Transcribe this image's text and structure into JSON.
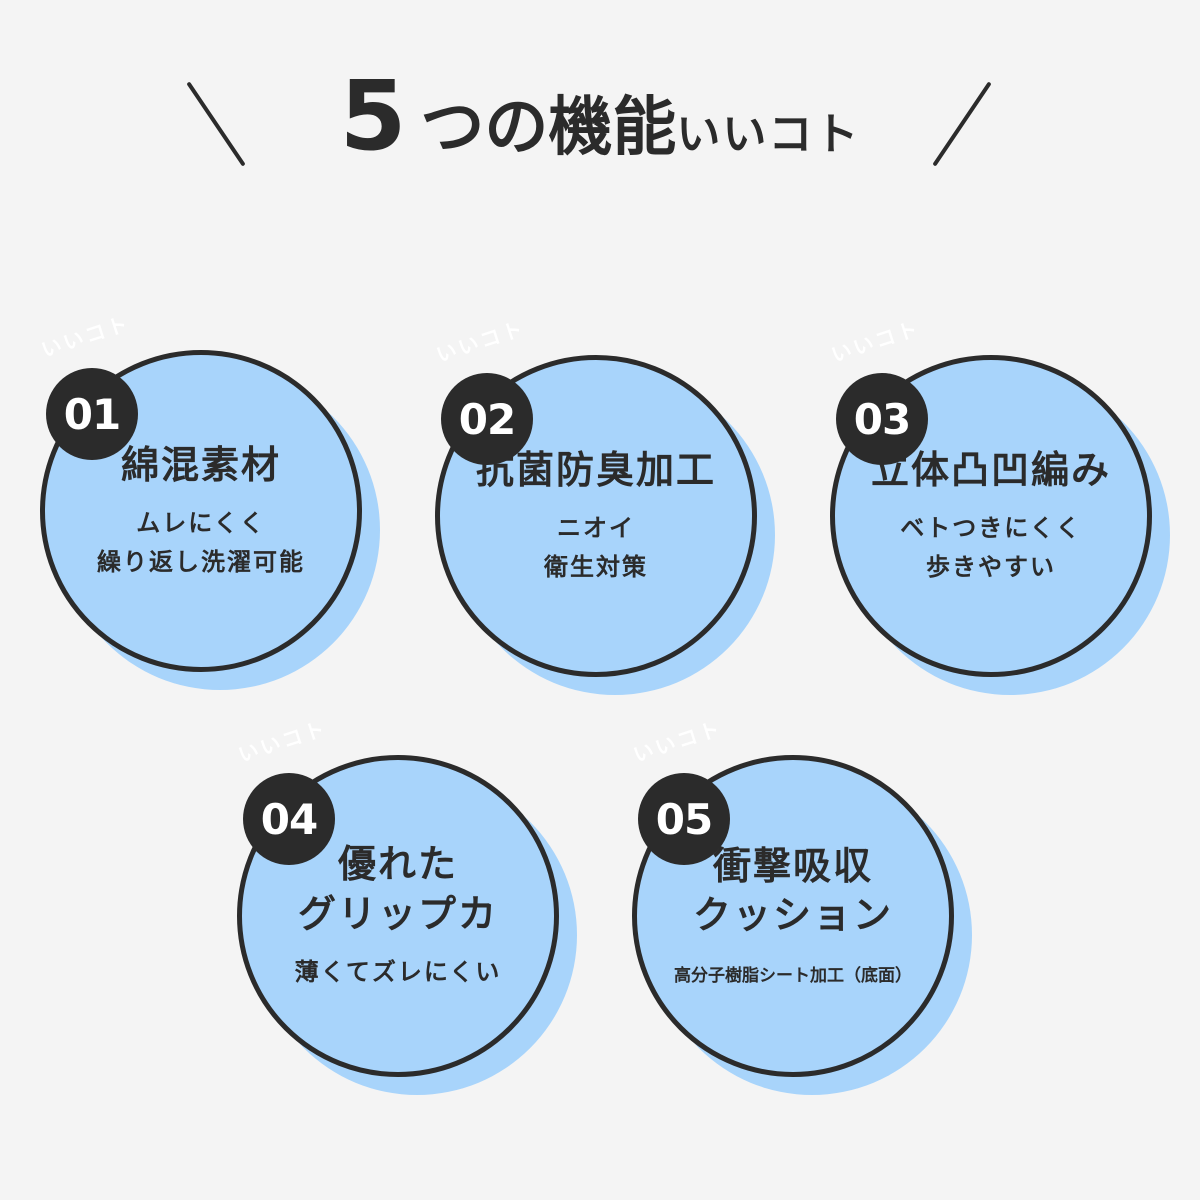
{
  "header": {
    "number": "5",
    "title": "つの機能",
    "subtitle": "いいコト"
  },
  "badge_label": "いいコト",
  "features": [
    {
      "number": "01",
      "title_lines": [
        "綿混素材"
      ],
      "desc_lines": [
        "ムレにくく",
        "繰り返し洗濯可能"
      ]
    },
    {
      "number": "02",
      "title_lines": [
        "抗菌防臭加工"
      ],
      "desc_lines": [
        "ニオイ",
        "衛生対策"
      ]
    },
    {
      "number": "03",
      "title_lines": [
        "立体凸凹編み"
      ],
      "desc_lines": [
        "ベトつきにくく",
        "歩きやすい"
      ]
    },
    {
      "number": "04",
      "title_lines": [
        "優れた",
        "グリップカ"
      ],
      "desc_lines": [
        "薄くてズレにくい"
      ]
    },
    {
      "number": "05",
      "title_lines": [
        "衝撃吸収",
        "クッション"
      ],
      "desc_lines": [
        "高分子樹脂シート加工（底面）"
      ]
    }
  ],
  "colors": {
    "background": "#f4f4f4",
    "circle_fill": "#a8d4fb",
    "ink": "#2b2b2b",
    "badge_text": "#ffffff"
  }
}
